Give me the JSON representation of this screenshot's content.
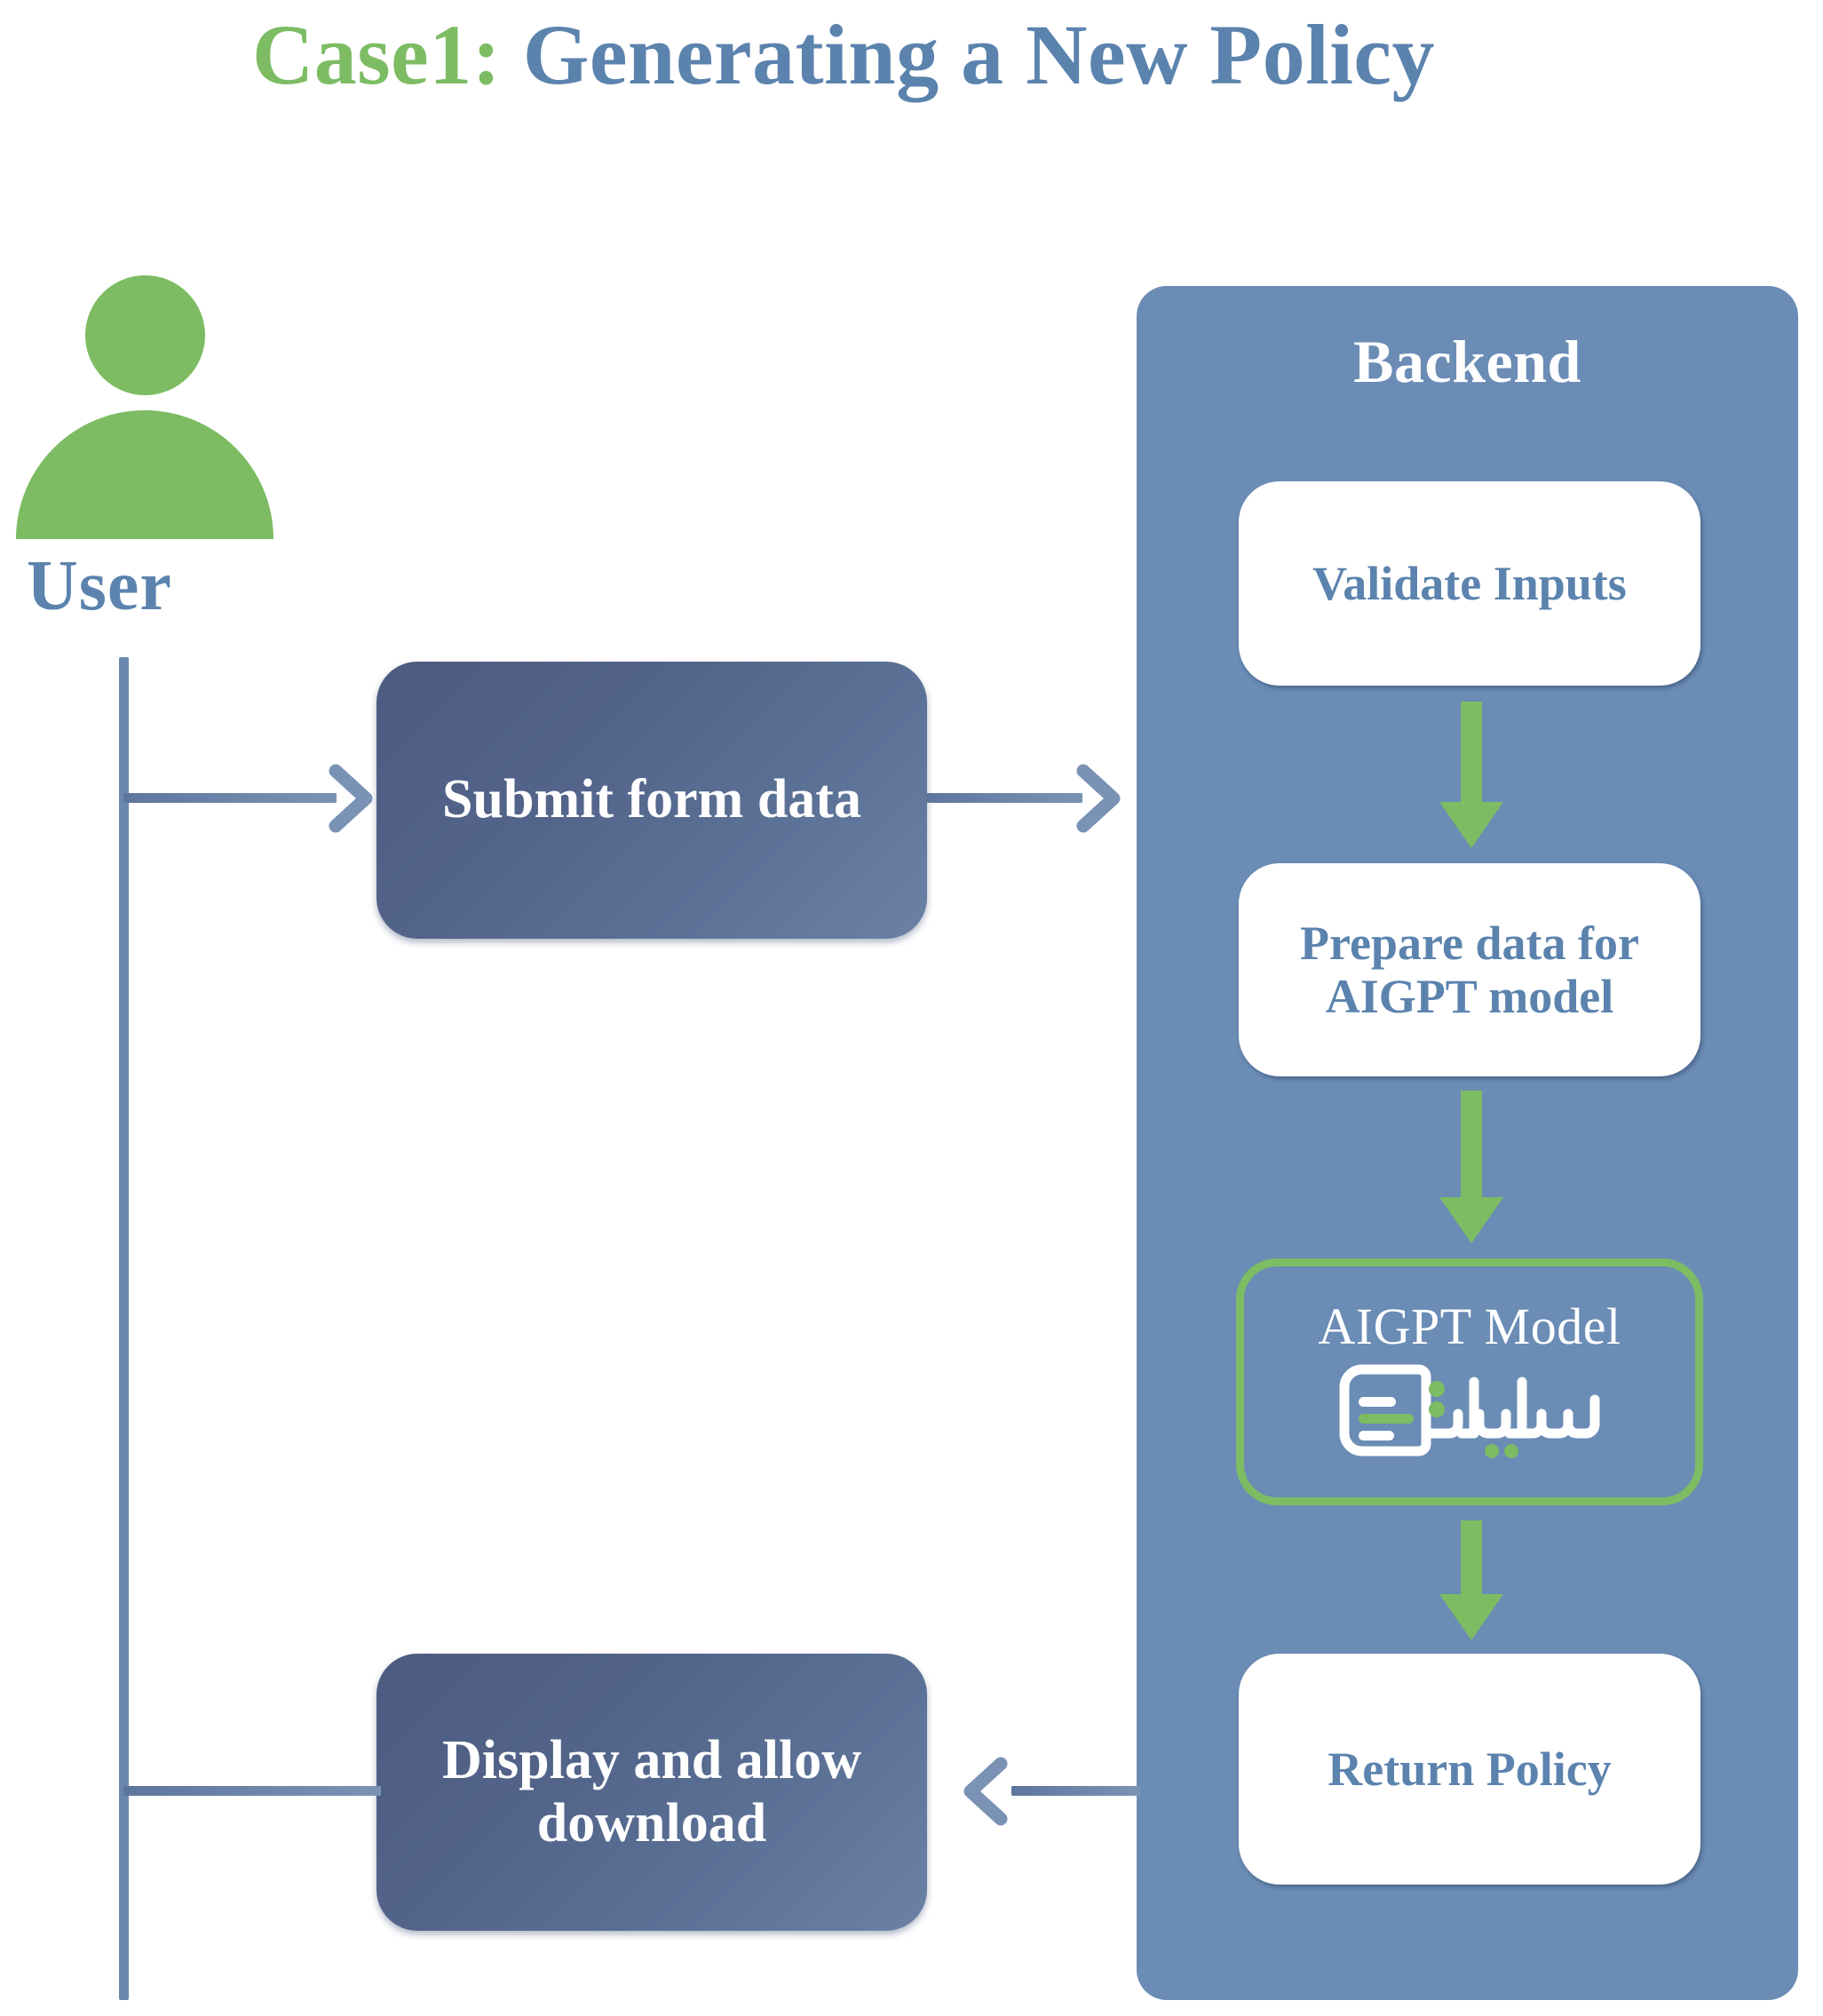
{
  "title": {
    "case_prefix": "Case1:",
    "main": " Generating a New Policy",
    "case_color": "#7DBC63",
    "main_color": "#5B83AE"
  },
  "actor": {
    "icon": "user-avatar-icon",
    "label": "User",
    "color": "#7DBC63",
    "label_color": "#5B83AE"
  },
  "backend": {
    "title": "Backend",
    "panel_color": "#6A8CB5",
    "steps": [
      {
        "id": "validate",
        "label": "Validate Inputs"
      },
      {
        "id": "prepare",
        "label": "Prepare data for AIGPT model"
      },
      {
        "id": "return",
        "label": "Return Policy"
      }
    ],
    "model": {
      "title": "AIGPT Model",
      "logo_text": "سیاسان",
      "logo_icon": "document-lines-icon",
      "border_color": "#7DBC63"
    },
    "flow_arrows": [
      {
        "id": "validate-to-prepare",
        "direction": "down",
        "color": "#7DBC63"
      },
      {
        "id": "prepare-to-aigpt",
        "direction": "down",
        "color": "#7DBC63"
      },
      {
        "id": "aigpt-to-return",
        "direction": "down",
        "color": "#7DBC63"
      }
    ]
  },
  "messages": [
    {
      "id": "submit",
      "label": "Submit form data"
    },
    {
      "id": "display",
      "label": "Display and allow download"
    }
  ],
  "connectors": [
    {
      "id": "user-to-submit",
      "direction": "right",
      "color": "#5E769D"
    },
    {
      "id": "submit-to-backend",
      "direction": "right",
      "color": "#5E769D"
    },
    {
      "id": "backend-to-display",
      "direction": "left",
      "color": "#5E769D"
    },
    {
      "id": "display-to-user",
      "direction": "left",
      "color": "#5E769D"
    }
  ],
  "palette": {
    "green": "#7DBC63",
    "blue": "#5B83AE",
    "panel_blue": "#6A8CB5",
    "box_gradient_start": "#4C5B80",
    "box_gradient_end": "#6B81A5",
    "background": "#FFFFFF"
  }
}
